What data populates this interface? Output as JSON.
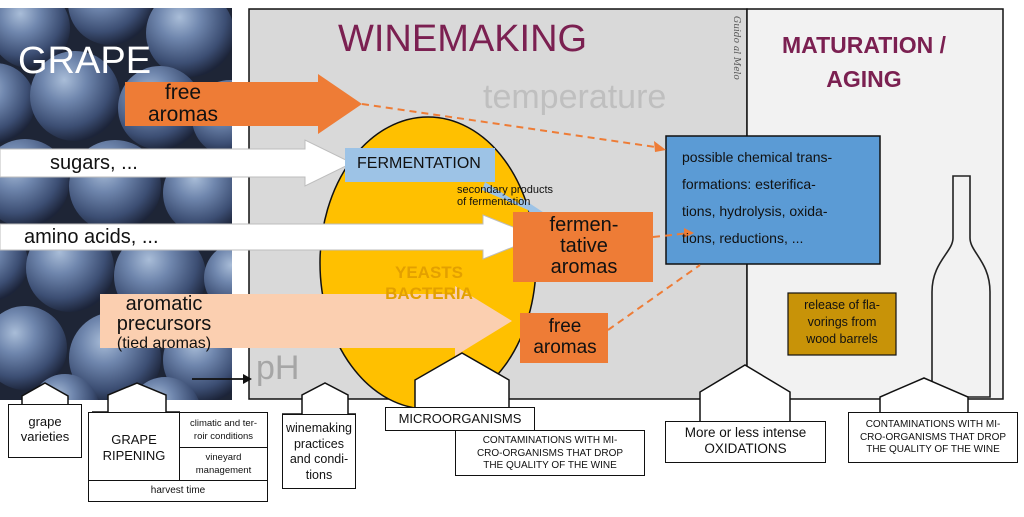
{
  "grape": {
    "title": "GRAPE",
    "free_aromas": [
      "free",
      "aromas"
    ],
    "sugars": "sugars, ...",
    "amino_acids": "amino acids, ...",
    "precursors": [
      "aromatic",
      "precursors",
      "(tied aromas)"
    ]
  },
  "winemaking": {
    "title": "WINEMAKING",
    "temperature": "temperature",
    "ph": "pH",
    "signature": "Guido al Melo",
    "fermentation": "FERMENTATION",
    "secondary_products": [
      "secondary products",
      "of fermentation"
    ],
    "yeasts_bacteria": [
      "YEASTS",
      "BACTERIA"
    ],
    "fermentative_aromas": [
      "fermen-",
      "tative",
      "aromas"
    ],
    "free_aromas": [
      "free",
      "aromas"
    ]
  },
  "maturation": {
    "title": [
      "MATURATION /",
      "AGING"
    ],
    "chemical": [
      "possible chemical trans-",
      "formations: esterifica-",
      "tions, hydrolysis, oxida-",
      "tions, reductions, ..."
    ],
    "wood": [
      "release of fla-",
      "vorings from",
      "wood barrels"
    ]
  },
  "factors": {
    "grape_varieties": [
      "grape",
      "varieties"
    ],
    "grape_ripening": [
      "GRAPE",
      "RIPENING"
    ],
    "climatic": [
      "climatic and ter-",
      "roir conditions"
    ],
    "vineyard": [
      "vineyard",
      "management"
    ],
    "harvest": "harvest time",
    "winemaking_practices": [
      "winemaking",
      "practices",
      "and condi-",
      "tions"
    ],
    "microorganisms": "MICROORGANISMS",
    "contamination_wine": [
      "CONTAMINATIONS WITH MI-",
      "CRO-ORGANISMS THAT DROP",
      "THE QUALITY OF THE WINE"
    ],
    "oxidations": [
      "More or less intense",
      "OXIDATIONS"
    ],
    "contamination_aging": [
      "CONTAMINATIONS WITH MI-",
      "CRO-ORGANISMS THAT DROP",
      "THE QUALITY OF THE WINE"
    ]
  },
  "colors": {
    "orange": "#ee7c36",
    "light_orange": "#fbcfb0",
    "blue": "#5b9bd5",
    "light_blue": "#9dc3e6",
    "yellow": "#ffc000",
    "gold": "#c89308",
    "wine": "#7b2051",
    "gray_panel": "#d9d9d9",
    "light_panel": "#f2f2f2"
  }
}
